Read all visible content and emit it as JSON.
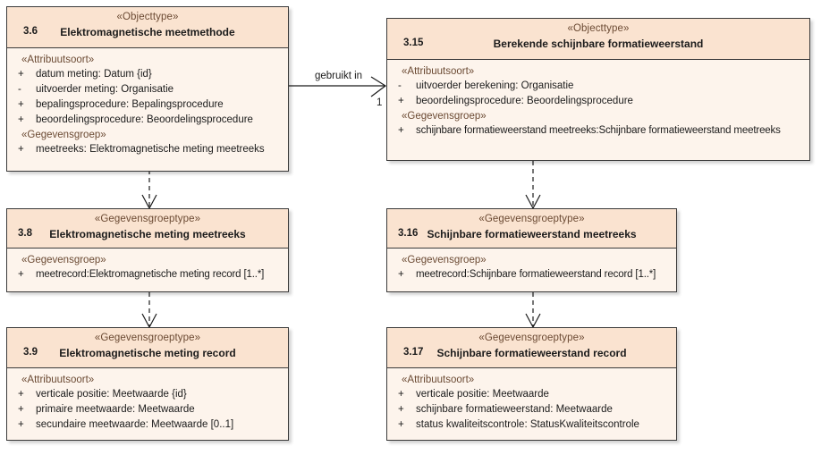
{
  "diagram": {
    "type": "uml-class-diagram",
    "background": "#ffffff",
    "colors": {
      "box_fill": "#fdf4ec",
      "header_fill": "#fae3d0",
      "border": "#3a3a3a",
      "stereotype_text": "#6b4a33",
      "body_text": "#1b1b1b"
    }
  },
  "classes": [
    {
      "id": "c36",
      "number": "3.6",
      "stereotype": "«Objecttype»",
      "name": "Elektromagnetische meetmethode",
      "compartments": [
        {
          "label": "«Attribuutsoort»",
          "attributes": [
            {
              "visibility": "+",
              "text": "datum meting: Datum {id}"
            },
            {
              "visibility": "-",
              "text": "uitvoerder meting: Organisatie"
            },
            {
              "visibility": "+",
              "text": "bepalingsprocedure: Bepalingsprocedure"
            },
            {
              "visibility": "+",
              "text": "beoordelingsprocedure: Beoordelingsprocedure"
            }
          ]
        },
        {
          "label": "«Gegevensgroep»",
          "attributes": [
            {
              "visibility": "+",
              "text": "meetreeks: Elektromagnetische meting meetreeks"
            }
          ]
        }
      ]
    },
    {
      "id": "c315",
      "number": "3.15",
      "stereotype": "«Objecttype»",
      "name": "Berekende schijnbare formatieweerstand",
      "compartments": [
        {
          "label": "«Attribuutsoort»",
          "attributes": [
            {
              "visibility": "-",
              "text": "uitvoerder berekening: Organisatie"
            },
            {
              "visibility": "+",
              "text": "beoordelingsprocedure: Beoordelingsprocedure"
            }
          ]
        },
        {
          "label": "«Gegevensgroep»",
          "attributes": [
            {
              "visibility": "+",
              "text": "schijnbare formatieweerstand meetreeks:Schijnbare formatieweerstand meetreeks"
            }
          ]
        }
      ]
    },
    {
      "id": "c38",
      "number": "3.8",
      "stereotype": "«Gegevensgroeptype»",
      "name": "Elektromagnetische meting meetreeks",
      "compartments": [
        {
          "label": "«Gegevensgroep»",
          "attributes": [
            {
              "visibility": "+",
              "text": "meetrecord:Elektromagnetische meting record [1..*]"
            }
          ]
        }
      ]
    },
    {
      "id": "c316",
      "number": "3.16",
      "stereotype": "«Gegevensgroeptype»",
      "name": "Schijnbare formatieweerstand meetreeks",
      "compartments": [
        {
          "label": "«Gegevensgroep»",
          "attributes": [
            {
              "visibility": "+",
              "text": "meetrecord:Schijnbare formatieweerstand record [1..*]"
            }
          ]
        }
      ]
    },
    {
      "id": "c39",
      "number": "3.9",
      "stereotype": "«Gegevensgroeptype»",
      "name": "Elektromagnetische meting record",
      "compartments": [
        {
          "label": "«Attribuutsoort»",
          "attributes": [
            {
              "visibility": "+",
              "text": "verticale positie: Meetwaarde {id}"
            },
            {
              "visibility": "+",
              "text": "primaire meetwaarde: Meetwaarde"
            },
            {
              "visibility": "+",
              "text": "secundaire meetwaarde: Meetwaarde [0..1]"
            }
          ]
        }
      ]
    },
    {
      "id": "c317",
      "number": "3.17",
      "stereotype": "«Gegevensgroeptype»",
      "name": "Schijnbare formatieweerstand record",
      "compartments": [
        {
          "label": "«Attribuutsoort»",
          "attributes": [
            {
              "visibility": "+",
              "text": "verticale positie: Meetwaarde"
            },
            {
              "visibility": "+",
              "text": "schijnbare formatieweerstand: Meetwaarde"
            },
            {
              "visibility": "+",
              "text": "status kwaliteitscontrole: StatusKwaliteitscontrole"
            }
          ]
        }
      ]
    }
  ],
  "connectors": [
    {
      "id": "assoc-gebruikt-in",
      "kind": "association",
      "from": "c36",
      "to": "c315",
      "label": "gebruikt in",
      "target_multiplicity": "1"
    },
    {
      "id": "dep-36-38",
      "kind": "dependency",
      "from": "c36",
      "to": "c38",
      "label": "",
      "target_multiplicity": ""
    },
    {
      "id": "dep-38-39",
      "kind": "dependency",
      "from": "c38",
      "to": "c39",
      "label": "",
      "target_multiplicity": ""
    },
    {
      "id": "dep-315-316",
      "kind": "dependency",
      "from": "c315",
      "to": "c316",
      "label": "",
      "target_multiplicity": ""
    },
    {
      "id": "dep-316-317",
      "kind": "dependency",
      "from": "c316",
      "to": "c317",
      "label": "",
      "target_multiplicity": ""
    }
  ]
}
